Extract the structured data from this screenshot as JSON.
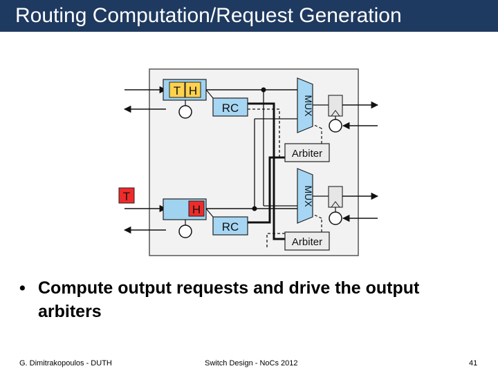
{
  "slide": {
    "title": "Routing Computation/Request Generation",
    "bullet_symbol": "•",
    "bullet": "Compute output requests and drive the output arbiters"
  },
  "diagram": {
    "top_input": {
      "tail_label": "T",
      "head_label": "H"
    },
    "bottom_input": {
      "tail_label": "T",
      "head_label": "H"
    },
    "rc_label": "RC",
    "mux_label": "MUX",
    "arbiter_label": "Arbiter"
  },
  "footer": {
    "author": "G. Dimitrakopoulos - DUTH",
    "course": "Switch Design - NoCs 2012",
    "page": "41"
  },
  "colors": {
    "title_bar": "#1f3a60",
    "flit_head_fill": "#ffd24d",
    "flit_red_fill": "#ee2b2b",
    "buffer_fill": "#9fd3f0",
    "rc_fill": "#a6d6f3",
    "arbiter_fill": "#ececec"
  }
}
